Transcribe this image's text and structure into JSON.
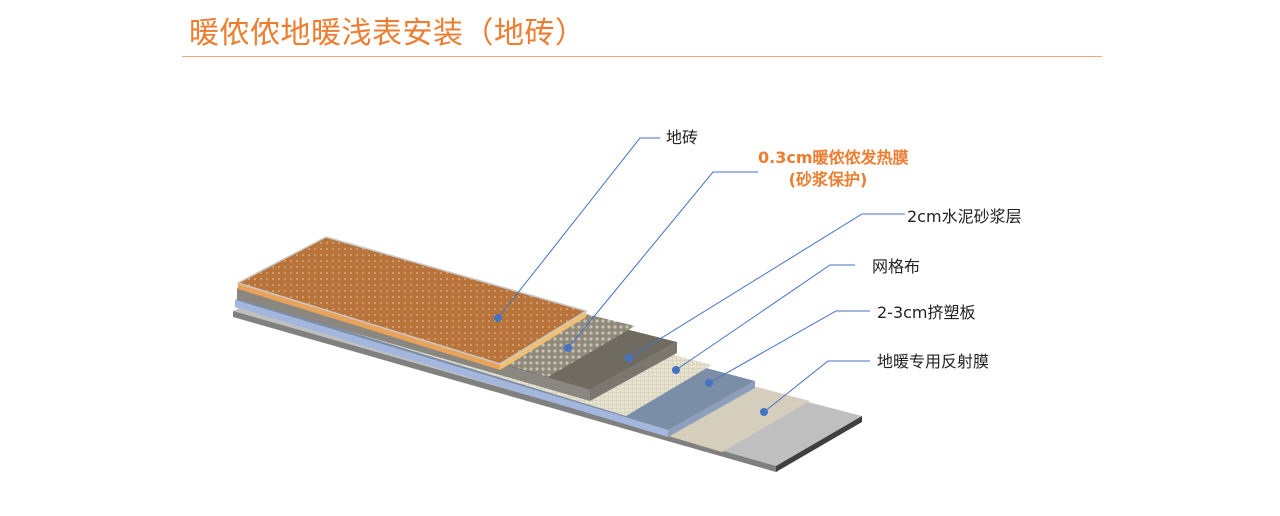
{
  "title": "暖侬侬地暖浅表安装（地砖）",
  "labels": {
    "tile": "地砖",
    "heating_film_line1": "0.3cm暖侬侬发热膜",
    "heating_film_line2": "(砂浆保护)",
    "mortar": "2cm水泥砂浆层",
    "mesh": "网格布",
    "xps": "2-3cm挤塑板",
    "reflective": "地暖专用反射膜"
  },
  "colors": {
    "accent": "#ed7d31",
    "leader": "#4472c4"
  }
}
